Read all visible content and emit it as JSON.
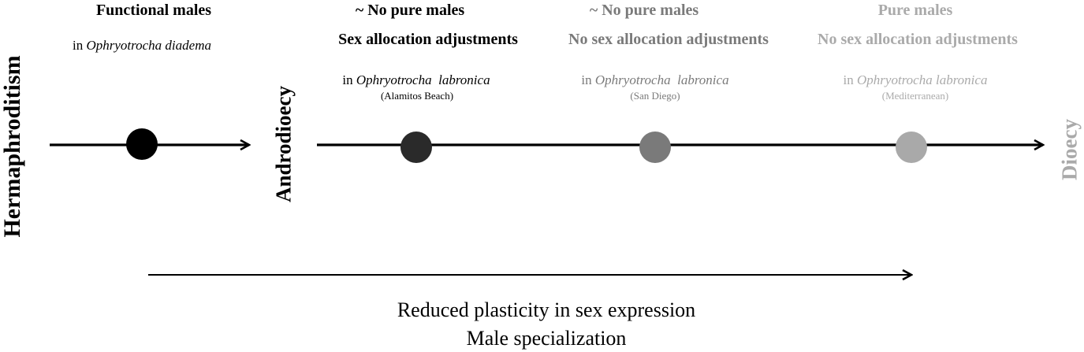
{
  "endpoints": {
    "hermaphroditism": "Hermaphroditism",
    "androdioecy": "Androdioecy",
    "dioecy": "Dioecy"
  },
  "stages": [
    {
      "heading1": "Functional males",
      "heading2": "",
      "prefix": "in",
      "species": "Ophryotrocha diadema",
      "population": "",
      "color": "#000000"
    },
    {
      "heading1": "~ No pure males",
      "heading2": "Sex allocation adjustments",
      "prefix": "in",
      "species": "Ophryotrocha  labronica",
      "population": "(Alamitos Beach)",
      "color": "#2a2a2a"
    },
    {
      "heading1": "~ No pure males",
      "heading2": "No sex allocation adjustments",
      "prefix": "in",
      "species": "Ophryotrocha  labronica",
      "population": "(San Diego)",
      "color": "#7a7a7a"
    },
    {
      "heading1": "Pure males",
      "heading2": "No sex allocation adjustments",
      "prefix": "in",
      "species": "Ophryotrocha labronica",
      "population": "(Mediterranean)",
      "color": "#a9a9a9"
    }
  ],
  "bottom": {
    "line1": "Reduced plasticity in sex expression",
    "line2": "Male specialization"
  }
}
